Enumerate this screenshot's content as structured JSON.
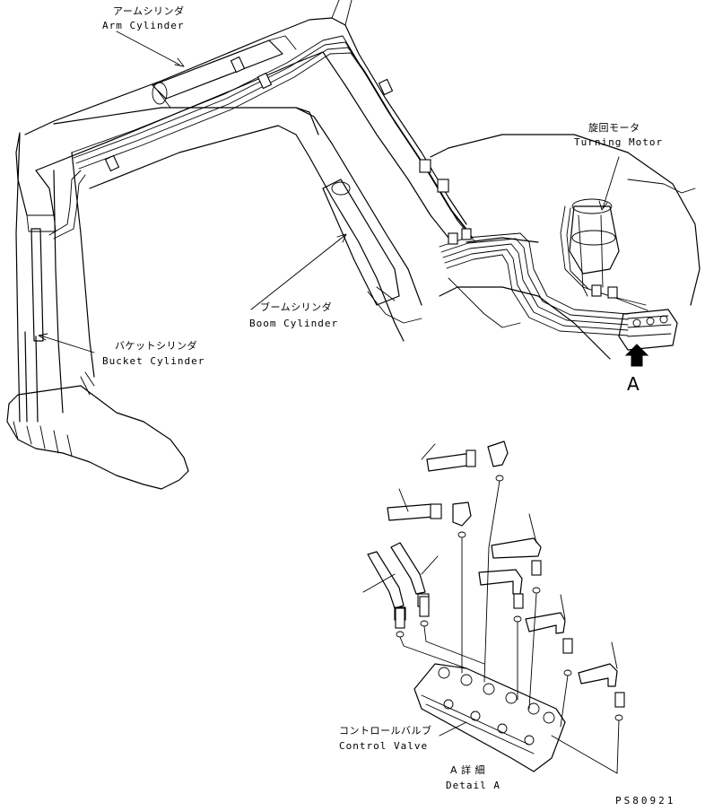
{
  "labels": {
    "arm_cylinder_jp": "アームシリンダ",
    "arm_cylinder_en": "Arm Cylinder",
    "turning_motor_jp": "旋回モータ",
    "turning_motor_en": "Turning Motor",
    "boom_cylinder_jp": "ブームシリンダ",
    "boom_cylinder_en": "Boom Cylinder",
    "bucket_cylinder_jp": "バケットシリンダ",
    "bucket_cylinder_en": "Bucket Cylinder",
    "view_marker": "A",
    "control_valve_jp": "コントロールバルブ",
    "control_valve_en": "Control Valve",
    "detail_jp": "A 詳 細",
    "detail_en": "Detail A",
    "drawing_code": "PS80921"
  }
}
